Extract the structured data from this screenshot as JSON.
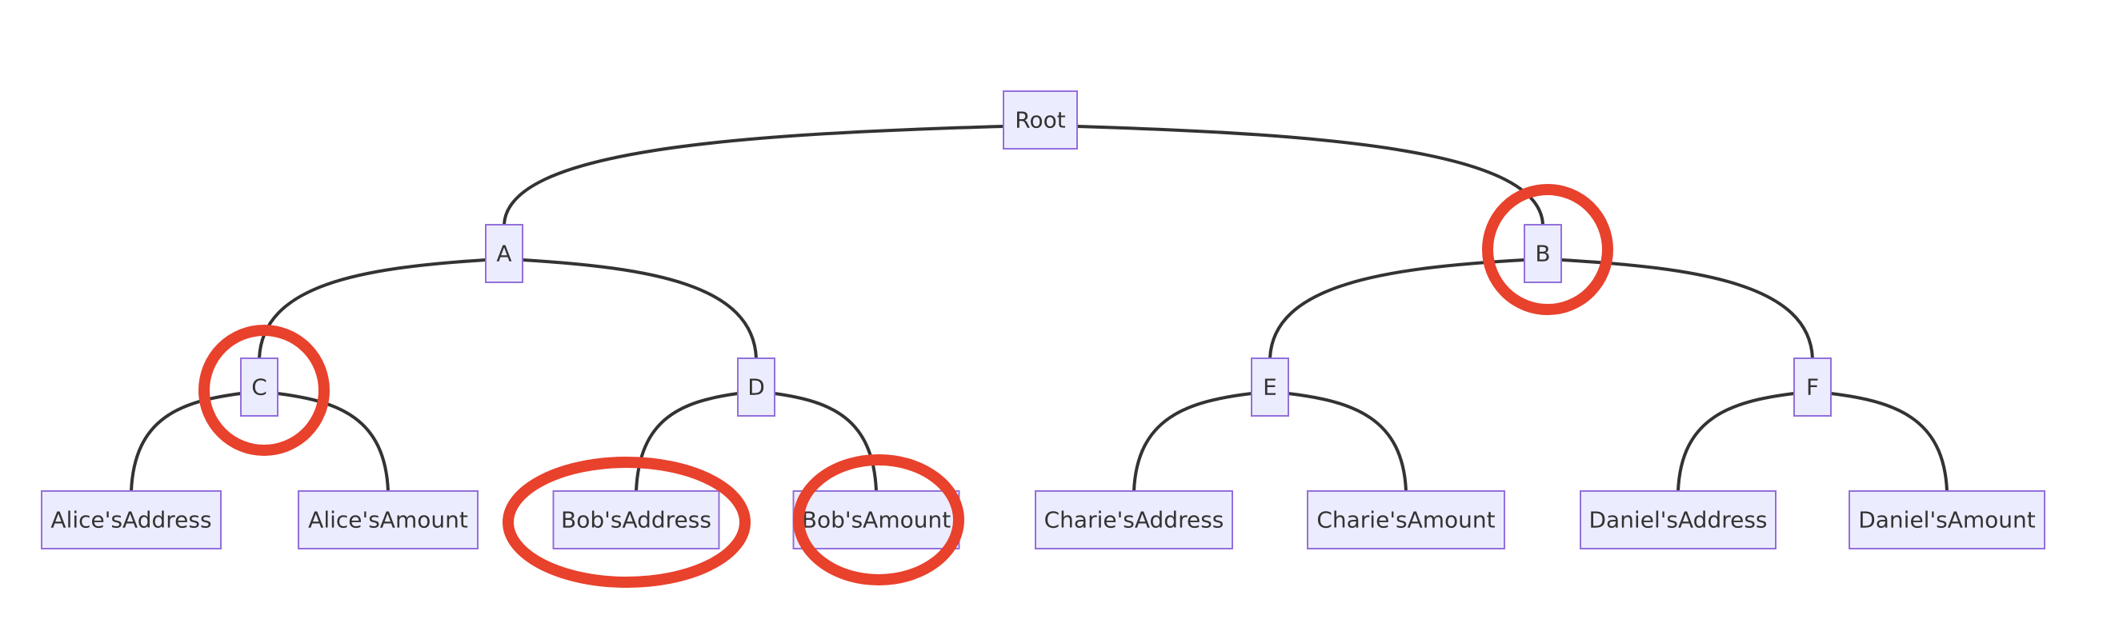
{
  "diagram": {
    "type": "tree",
    "colors": {
      "node_fill": "#ECECFF",
      "node_border": "#9370DB",
      "edge": "#333333",
      "text": "#333333",
      "highlight_circle": "#E8412C"
    },
    "nodes": [
      {
        "id": "root",
        "label": "Root"
      },
      {
        "id": "a",
        "label": "A"
      },
      {
        "id": "b",
        "label": "B"
      },
      {
        "id": "c",
        "label": "C"
      },
      {
        "id": "d",
        "label": "D"
      },
      {
        "id": "e",
        "label": "E"
      },
      {
        "id": "f",
        "label": "F"
      },
      {
        "id": "alice_address",
        "label": "Alice'sAddress"
      },
      {
        "id": "alice_amount",
        "label": "Alice'sAmount"
      },
      {
        "id": "bob_address",
        "label": "Bob'sAddress"
      },
      {
        "id": "bob_amount",
        "label": "Bob'sAmount"
      },
      {
        "id": "charie_address",
        "label": "Charie'sAddress"
      },
      {
        "id": "charie_amount",
        "label": "Charie'sAmount"
      },
      {
        "id": "daniel_address",
        "label": "Daniel'sAddress"
      },
      {
        "id": "daniel_amount",
        "label": "Daniel'sAmount"
      }
    ],
    "edges": [
      {
        "from": "root",
        "to": "a"
      },
      {
        "from": "root",
        "to": "b"
      },
      {
        "from": "a",
        "to": "c"
      },
      {
        "from": "a",
        "to": "d"
      },
      {
        "from": "b",
        "to": "e"
      },
      {
        "from": "b",
        "to": "f"
      },
      {
        "from": "c",
        "to": "alice_address"
      },
      {
        "from": "c",
        "to": "alice_amount"
      },
      {
        "from": "d",
        "to": "bob_address"
      },
      {
        "from": "d",
        "to": "bob_amount"
      },
      {
        "from": "e",
        "to": "charie_address"
      },
      {
        "from": "e",
        "to": "charie_amount"
      },
      {
        "from": "f",
        "to": "daniel_address"
      },
      {
        "from": "f",
        "to": "daniel_amount"
      }
    ],
    "highlighted_nodes": [
      "b",
      "c",
      "bob_address",
      "bob_amount"
    ]
  }
}
